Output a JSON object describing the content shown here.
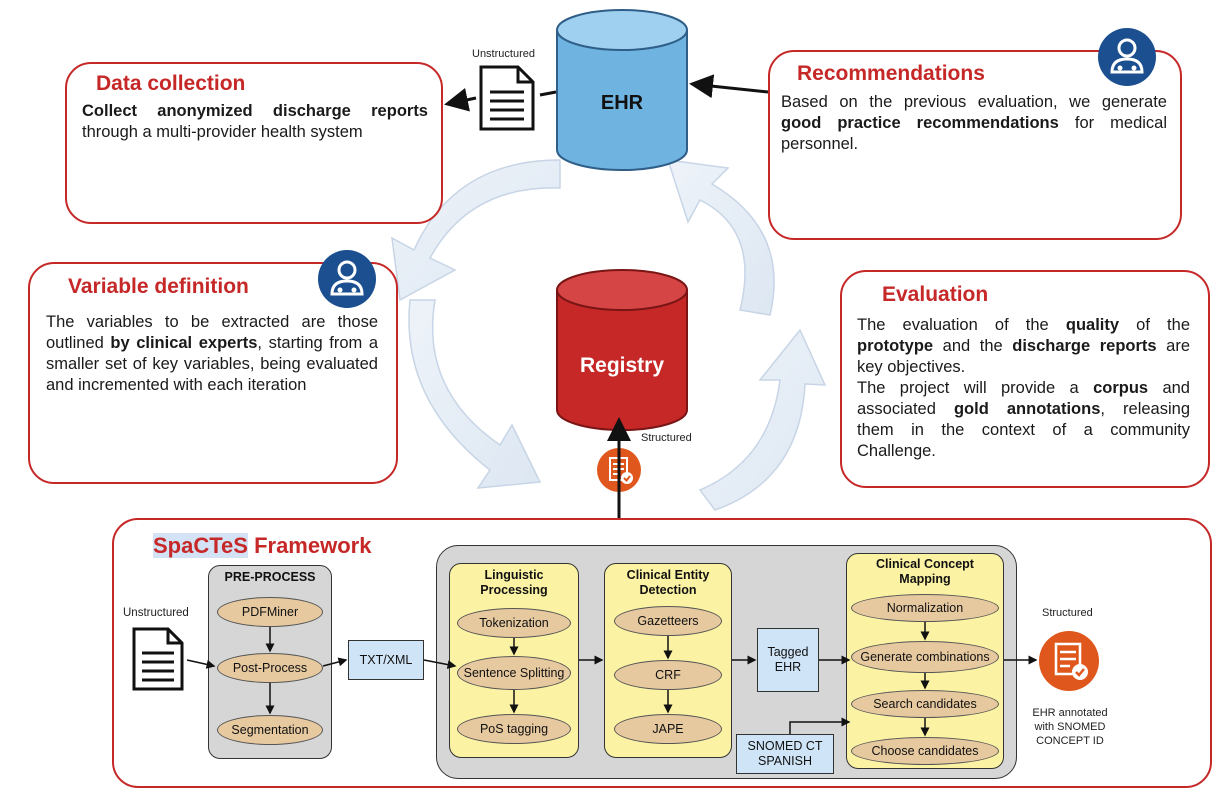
{
  "ehr_label": "EHR",
  "registry_label": "Registry",
  "unstructured_top": "Unstructured",
  "structured_mid": "Structured",
  "data_collection": {
    "title": "Data collection",
    "bold1": "Collect anonymized discharge reports",
    "text1": " through a multi-provider health system"
  },
  "recommendations": {
    "title": "Recommendations",
    "text1": "Based on the previous evaluation, we generate ",
    "bold1": "good practice recommendations",
    "text2": " for medical personnel."
  },
  "variable_definition": {
    "title": "Variable definition",
    "text1": "The variables to be extracted are those outlined ",
    "bold1": "by clinical experts",
    "text2": ", starting from a smaller set of key variables, being evaluated and incremented with each iteration"
  },
  "evaluation": {
    "title": "Evaluation",
    "t1": "The evaluation of the ",
    "b1": "quality",
    "t2": " of the ",
    "b2": "prototype",
    "t3": " and the ",
    "b3": "discharge reports",
    "t4": " are key objectives.",
    "t5": "The project will provide a ",
    "b4": "corpus",
    "t6": " and associated ",
    "b5": "gold annotations",
    "t7": ", releasing them in the context of a community Challenge."
  },
  "framework": {
    "title_highlight": "SpaCTeS",
    "title_rest": " Framework",
    "unstructured": "Unstructured",
    "preprocess": {
      "title": "PRE-PROCESS",
      "items": [
        "PDFMiner",
        "Post-Process",
        "Segmentation"
      ]
    },
    "txt_xml": "TXT/XML",
    "linguistic": {
      "title": "Linguistic Processing",
      "items": [
        "Tokenization",
        "Sentence Splitting",
        "PoS tagging"
      ]
    },
    "entity": {
      "title": "Clinical Entity Detection",
      "items": [
        "Gazetteers",
        "CRF",
        "JAPE"
      ]
    },
    "tagged_ehr": "Tagged EHR",
    "snomed": "SNOMED CT SPANISH",
    "mapping": {
      "title": "Clinical Concept Mapping",
      "items": [
        "Normalization",
        "Generate combinations",
        "Search candidates",
        "Choose candidates"
      ]
    },
    "structured": "Structured",
    "output": "EHR annotated with SNOMED CONCEPT ID"
  },
  "colors": {
    "panel_border": "#c62828",
    "ehr_blue": "#6fb3e0",
    "registry_red": "#c62828",
    "avatar_blue": "#1b4f8f",
    "icon_orange": "#e0571e",
    "pill_tan": "#e7c9a0",
    "yellow_group": "#fbf3a3",
    "gray_group": "#d6d6d6",
    "box_blue": "#cfe4f6"
  }
}
